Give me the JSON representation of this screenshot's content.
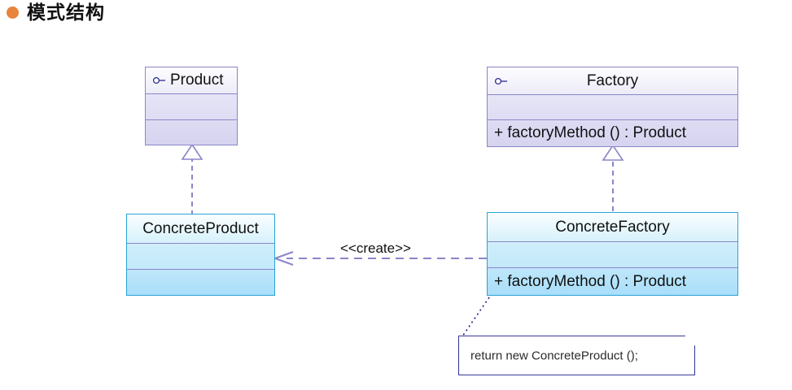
{
  "slide": {
    "title": "模式结构",
    "bullet_color": "#E8843C"
  },
  "palette": {
    "interface_border": "#8a86c8",
    "interface_fill": "#e2e0f6",
    "concrete_border": "#2aa3d4",
    "concrete_fill": "#c3e9fa",
    "connector_line": "#8a86c8",
    "note_border": "#1a1a8c",
    "note_text": "#2b2b2b",
    "text": "#111111"
  },
  "diagram": {
    "type": "uml-class-diagram",
    "classes": [
      {
        "id": "product",
        "name": "Product",
        "stereotype_icon": "interface-icon",
        "kind": "interface",
        "attributes": "",
        "operations": ""
      },
      {
        "id": "factory",
        "name": "Factory",
        "stereotype_icon": "interface-icon",
        "kind": "interface",
        "attributes": "",
        "operations": "+  factoryMethod ()  :  Product"
      },
      {
        "id": "concrete-product",
        "name": "ConcreteProduct",
        "stereotype_icon": "",
        "kind": "class",
        "attributes": "",
        "operations": ""
      },
      {
        "id": "concrete-factory",
        "name": "ConcreteFactory",
        "stereotype_icon": "",
        "kind": "class",
        "attributes": "",
        "operations": "+  factoryMethod ()  :  Product"
      }
    ],
    "relationships": [
      {
        "id": "rel-product-realize",
        "type": "realization",
        "from": "concrete-product",
        "to": "product",
        "style": "dashed-hollow-triangle",
        "label": ""
      },
      {
        "id": "rel-factory-realize",
        "type": "realization",
        "from": "concrete-factory",
        "to": "factory",
        "style": "dashed-hollow-triangle",
        "label": ""
      },
      {
        "id": "rel-create",
        "type": "dependency",
        "from": "concrete-factory",
        "to": "concrete-product",
        "style": "dashed-open-arrow",
        "label": "<<create>>"
      },
      {
        "id": "rel-note-anchor",
        "type": "note-anchor",
        "from": "note",
        "to": "concrete-factory",
        "style": "dotted",
        "label": ""
      }
    ],
    "note": {
      "id": "note",
      "text": "return new ConcreteProduct ();",
      "corner": "folded-top-right"
    }
  }
}
